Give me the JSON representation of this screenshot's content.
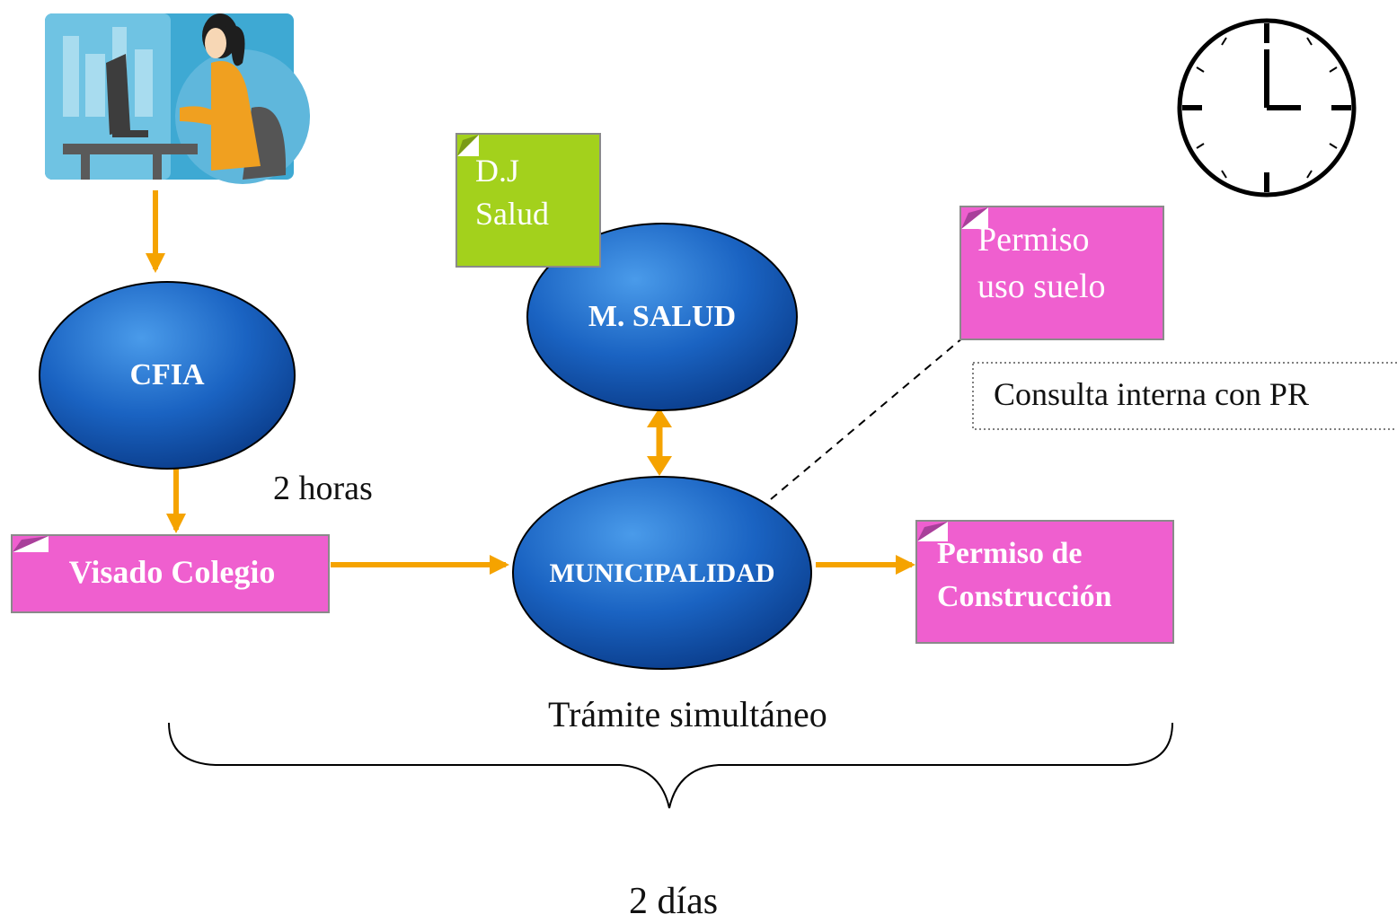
{
  "nodes": {
    "cfia": "CFIA",
    "salud": "M. SALUD",
    "municipalidad": "MUNICIPALIDAD"
  },
  "notes": {
    "dj_salud": [
      "D.J",
      "Salud"
    ],
    "permiso_uso_suelo": [
      "Permiso",
      "uso suelo"
    ],
    "visado_colegio": "Visado Colegio",
    "permiso_construccion": [
      "Permiso de",
      "Construcción"
    ]
  },
  "labels": {
    "dos_horas": "2 horas",
    "consulta_interna": "Consulta interna con PR",
    "tramite_simultaneo": "Trámite simultáneo",
    "dos_dias": "2 días"
  },
  "colors": {
    "ellipse_light": "#3f8fe0",
    "ellipse_dark": "#0b3f8f",
    "arrow": "#f5a300",
    "note_pink": "#ef5fcf",
    "note_green": "#a3d11c"
  },
  "icons": {
    "user_illustration": "woman-at-computer-illustration",
    "clock": "clock-icon"
  }
}
